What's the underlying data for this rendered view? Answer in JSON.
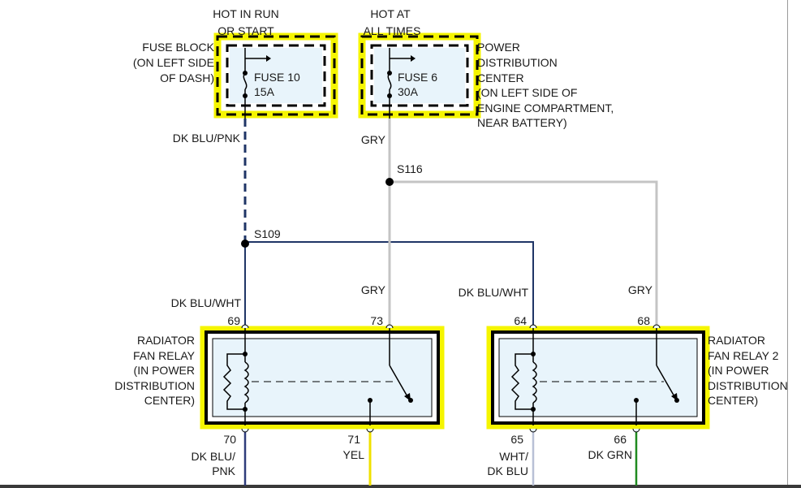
{
  "labels": {
    "hot_run_1": "HOT IN RUN",
    "hot_run_2": "OR START",
    "hot_always_1": "HOT AT",
    "hot_always_2": "ALL TIMES",
    "fuse_block_1": "FUSE BLOCK",
    "fuse_block_2": "(ON LEFT SIDE",
    "fuse_block_3": "OF DASH)",
    "pdc_1": "POWER",
    "pdc_2": "DISTRIBUTION",
    "pdc_3": "CENTER",
    "pdc_4": "(ON LEFT SIDE OF",
    "pdc_5": "ENGINE COMPARTMENT,",
    "pdc_6": "NEAR BATTERY)"
  },
  "fuses": [
    {
      "name": "FUSE 10",
      "rating": "15A"
    },
    {
      "name": "FUSE 6",
      "rating": "30A"
    }
  ],
  "splices": {
    "s116": "S116",
    "s109": "S109"
  },
  "wires": {
    "dk_blu_pnk_top": "DK BLU/PNK",
    "gry_top": "GRY",
    "dk_blu_wht_left": "DK BLU/WHT",
    "gry_mid_left": "GRY",
    "dk_blu_wht_right": "DK BLU/WHT",
    "gry_mid_right": "GRY",
    "dk_blu_bottom_1": "DK BLU/",
    "dk_blu_bottom_2": "PNK",
    "yel": "YEL",
    "wht_1": "WHT/",
    "wht_2": "DK BLU",
    "dk_grn": "DK GRN"
  },
  "pins": {
    "p69": "69",
    "p73": "73",
    "p64": "64",
    "p68": "68",
    "p70": "70",
    "p71": "71",
    "p65": "65",
    "p66": "66"
  },
  "relays": [
    {
      "lines": [
        "RADIATOR",
        "FAN RELAY",
        "(IN POWER",
        "DISTRIBUTION",
        "CENTER)"
      ]
    },
    {
      "lines": [
        "RADIATOR",
        "FAN RELAY 2",
        "(IN POWER",
        "DISTRIBUTION",
        "CENTER)"
      ]
    }
  ],
  "colors": {
    "highlight": "#f5f500",
    "box_fill": "#e8f4fb",
    "dk_blu": "#1f3566",
    "gry": "#c4c4c4",
    "yel": "#f0e000",
    "dk_grn": "#1f8a1f",
    "wht": "#b8c0d6"
  }
}
